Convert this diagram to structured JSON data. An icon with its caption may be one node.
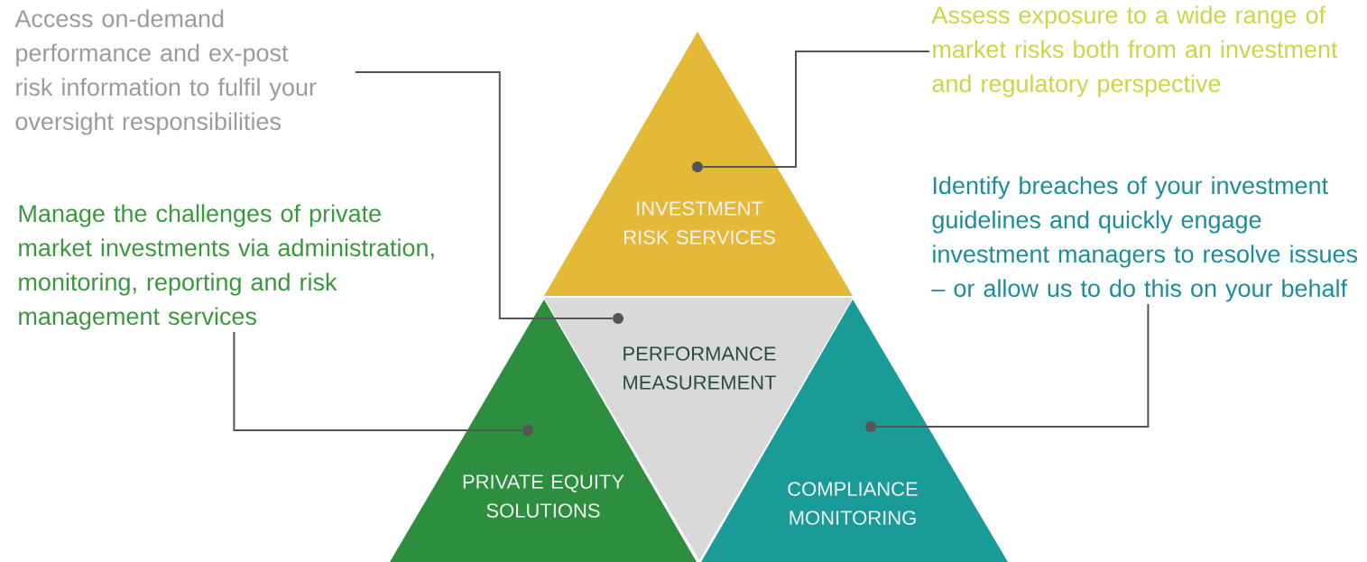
{
  "diagram": {
    "nodes": [
      {
        "text": [
          "Access on-demand performance and ex-post risk information to fulfil your oversight responsibilities"
        ]
      },
      {
        "text": [
          "Assess exposure to a wide range of market risks both from an investment and regulatory perspective"
        ]
      },
      {
        "text": [
          "Manage the challenges of private market investments via administration, monitoring, reporting and risk management services"
        ]
      },
      {
        "text": [
          "Identify breaches of your investment guidelines and quickly engage investment managers to resolve issues – or allow us to do this on your behalf"
        ]
      },
      {
        "text": [
          "INVESTMENT RISK SERVICES"
        ]
      },
      {
        "text": [
          "PERFORMANCE MEASUREMENT"
        ]
      },
      {
        "text": [
          "PRIVATE EQUITY SOLUTIONS"
        ]
      },
      {
        "text": [
          "COMPLIANCE MONITORING"
        ]
      },
      {
        "text": [],
        "shape": "circle",
        "in": 5
      },
      {
        "text": [],
        "shape": "circle",
        "in": 4
      },
      {
        "text": [],
        "shape": "circle",
        "in": 6
      },
      {
        "text": [],
        "shape": "circle",
        "in": 7
      }
    ],
    "edges": [
      {
        "from": 0,
        "to": 8,
        "arrow": "none"
      },
      {
        "from": 1,
        "to": 9,
        "arrow": "none"
      },
      {
        "from": 2,
        "to": 10,
        "arrow": "none"
      },
      {
        "from": 3,
        "to": 11,
        "arrow": "none"
      }
    ]
  }
}
